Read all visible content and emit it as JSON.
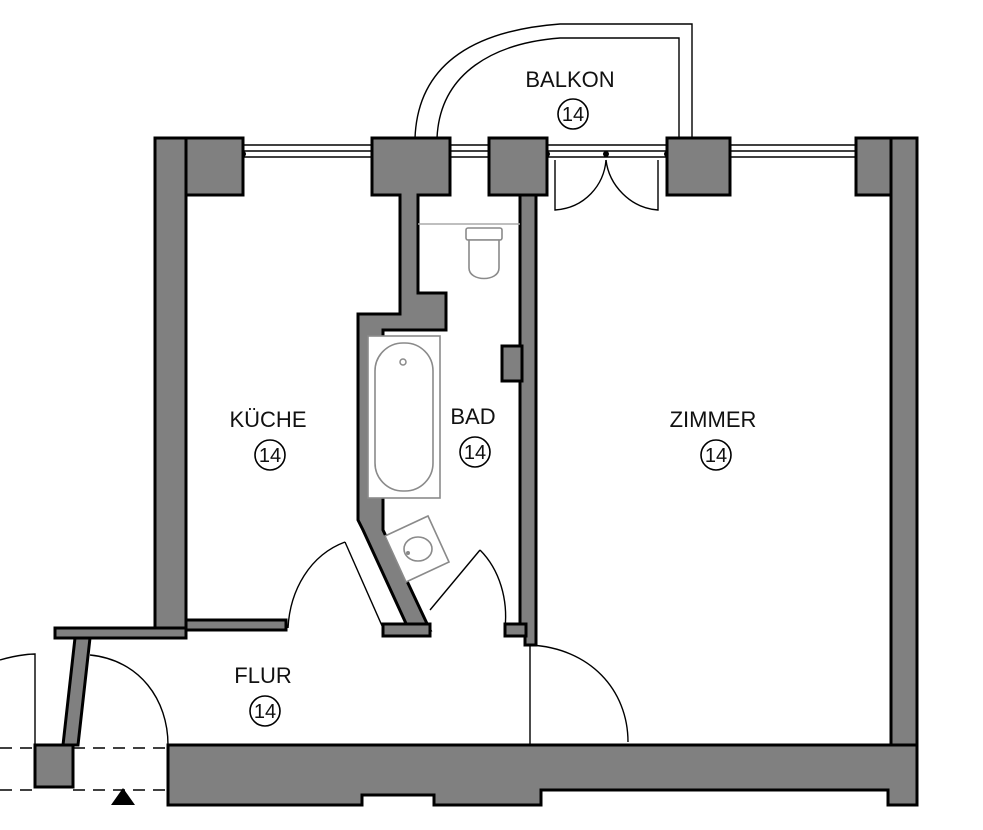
{
  "rooms": {
    "balkon": {
      "name": "BALKON",
      "number": "14"
    },
    "kueche": {
      "name": "KÜCHE",
      "number": "14"
    },
    "bad": {
      "name": "BAD",
      "number": "14"
    },
    "zimmer": {
      "name": "ZIMMER",
      "number": "14"
    },
    "flur": {
      "name": "FLUR",
      "number": "14"
    }
  },
  "colors": {
    "wall": "#808080",
    "line": "#000000",
    "fixture": "#8a8a8a"
  }
}
